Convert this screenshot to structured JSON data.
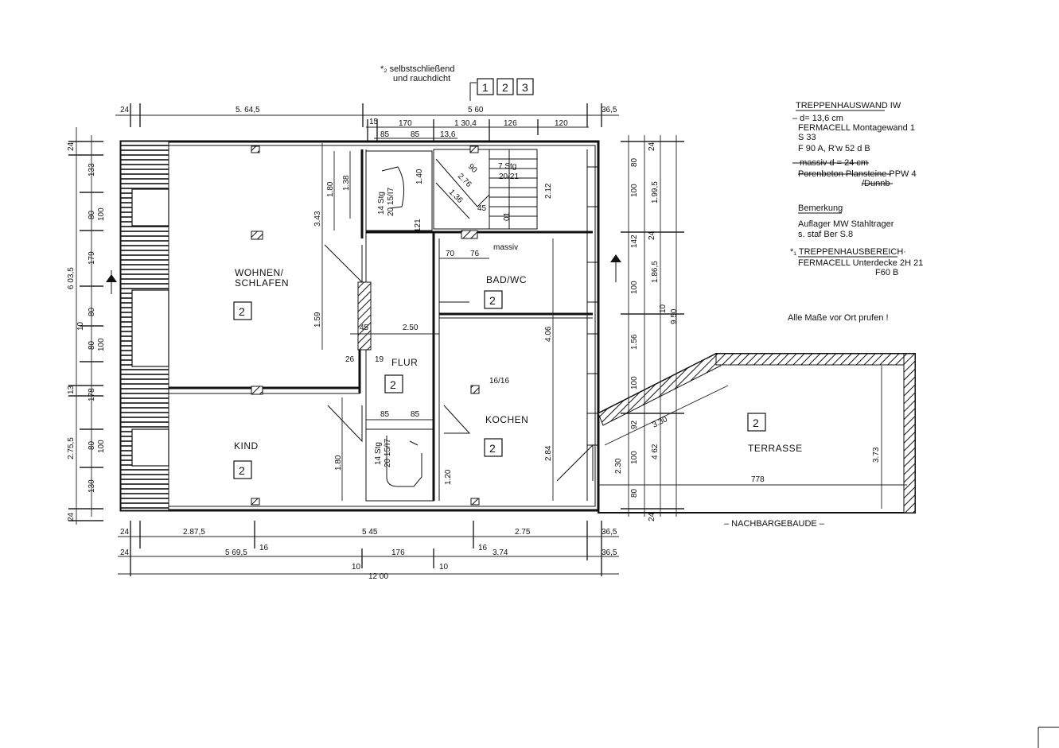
{
  "header": {
    "selfclose_note_1": "*₂ selbstschließend",
    "selfclose_note_2": "und rauchdicht",
    "boxes": [
      "1",
      "2",
      "3"
    ]
  },
  "rooms": {
    "wohnen_1": "WOHNEN/",
    "wohnen_2": "SCHLAFEN",
    "kind": "KIND",
    "flur": "FLUR",
    "bad": "BAD/WC",
    "kochen": "KOCHEN",
    "terrasse": "TERRASSE",
    "nachbar": "– NACHBARGEBAUDE –",
    "badge": "2"
  },
  "stairs": {
    "upper_left": "14 Stg",
    "upper_left_2": "20 15/I7",
    "upper_right": "7 Stg",
    "upper_right_2": "20/21",
    "lower": "14 Stg",
    "lower_2": "20 15/I7",
    "massiv": "massiv",
    "beam": "16/16"
  },
  "notes": {
    "title": "TREPPENHAUSWAND IW",
    "l1": "– d= 13,6 cm",
    "l2": "FERMACELL Montagewand 1",
    "l3": "S 33",
    "l4": "F 90 A, R'w 52 d B",
    "l5": "– massiv d = 24 cm",
    "l6": "Porenbeton Plansteine PPW 4",
    "l7": "/Dunnb",
    "bem_title": "Bemerkung",
    "bem_1": "Auflager MW Stahltrager",
    "bem_2": "s. staf Ber  S.8",
    "treppen_title": "*₁ TREPPENHAUSBEREICH·",
    "treppen_1": "FERMACELL Unterdecke 2H 21",
    "treppen_2": "F60 B",
    "pruefen": "Alle Maße vor Ort prufen !"
  },
  "dims": {
    "top_24": "24",
    "top_5645": "5. 64,5",
    "top_560": "5 60",
    "top_365": "36,5",
    "top_15": "15",
    "top_170": "170",
    "top_1304": "1 30,4",
    "top_126": "126",
    "top_120": "120",
    "top_85a": "85",
    "top_85b": "85",
    "top_136": "13,6",
    "bot_24a": "24",
    "bot_2875": "2.87,5",
    "bot_545": "5 45",
    "bot_275": "2.75",
    "bot_365a": "36,5",
    "bot_16a": "16",
    "bot_16b": "16",
    "bot_24b": "24",
    "bot_5695": "5 69,5",
    "bot_176": "176",
    "bot_374": "3.74",
    "bot_365b": "36,5",
    "bot_10a": "10",
    "bot_10b": "10",
    "bot_1200": "12 00",
    "left_24a": "24",
    "left_133": "133",
    "left_80a": "80",
    "left_100a": "100",
    "left_179": "179",
    "left_6035": "6 03,5",
    "left_80b": "80",
    "left_10": "10",
    "left_80c": "80",
    "left_100b": "100",
    "left_13": "13",
    "left_178": "178",
    "left_2755": "2.75,5",
    "left_80d": "80",
    "left_100c": "100",
    "left_130": "130",
    "left_24b": "24",
    "in_180a": "1.80",
    "in_138": "1.38",
    "in_343": "3.43",
    "in_159": "1.59",
    "in_45a": "45",
    "in_250": "2.50",
    "in_26": "26",
    "in_19": "19",
    "in_85a": "85",
    "in_85b": "85",
    "in_180b": "1.80",
    "in_120": "1.20",
    "in_70": "70",
    "in_76": "76",
    "in_90": "90",
    "in_276": "2.76",
    "in_140": "1.40",
    "in_136": "1.36",
    "in_45b": "45",
    "in_01": "01",
    "in_212": "2.12",
    "in_121": "121",
    "in_406": "4.06",
    "in_284": "2.84",
    "right_24a": "24",
    "right_80a": "80",
    "right_100a": "100",
    "right_1995": "1.99,5",
    "right_24b": "24",
    "right_142": "142",
    "right_1865": "1.86,5",
    "right_100b": "100",
    "right_156": "1.56",
    "right_10": "10",
    "right_950": "9.50",
    "right_100c": "100",
    "right_92": "92",
    "right_100d": "100",
    "right_230": "2.30",
    "right_462": "4 62",
    "right_80b": "80",
    "right_24c": "24",
    "ter_330": "3.30",
    "ter_778": "778",
    "ter_373": "3.73"
  }
}
